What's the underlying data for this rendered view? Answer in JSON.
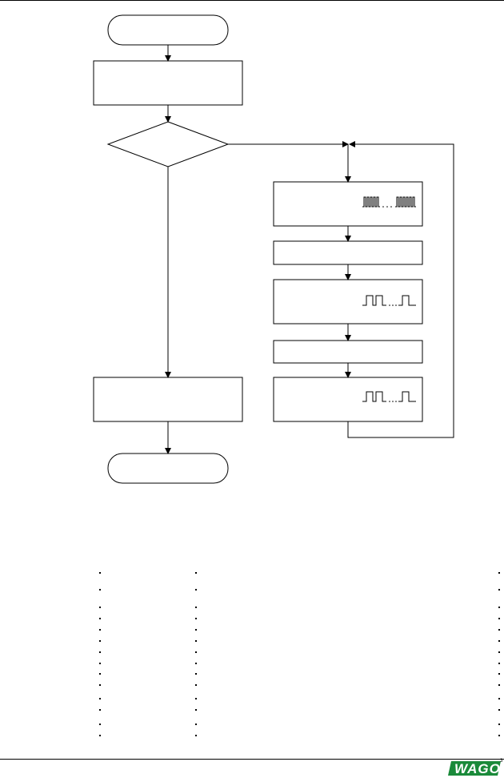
{
  "header": {
    "top_rule": true
  },
  "flowchart": {
    "start_terminal": "",
    "init_process": "",
    "decision": "",
    "end_process": "",
    "end_terminal": "",
    "loop_steps": [
      {
        "text": "",
        "waveform": "dense-pulse-train"
      },
      {
        "text": ""
      },
      {
        "text": "",
        "waveform": "square-pulse-train"
      },
      {
        "text": ""
      },
      {
        "text": "",
        "waveform": "square-pulse-train"
      }
    ]
  },
  "footer": {
    "logo_icon": "wago-logo",
    "logo_text": "WAGO",
    "page_marker": "3"
  },
  "colors": {
    "line": "#000000",
    "logo_green": "#1a8a3a",
    "background": "#ffffff"
  }
}
